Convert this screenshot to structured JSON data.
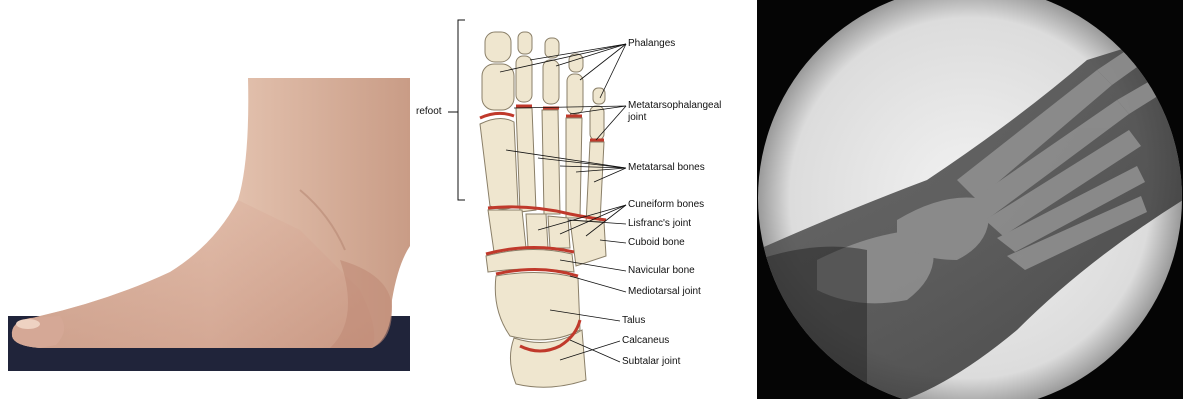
{
  "photo": {
    "subject": "foot-side-photo"
  },
  "diagram": {
    "side_label": "refoot",
    "labels": {
      "phalanges": "Phalanges",
      "mtp_joint_line1": "Metatarsophalangeal",
      "mtp_joint_line2": "joint",
      "metatarsal_bones": "Metatarsal bones",
      "cuneiform_bones": "Cuneiform bones",
      "lisfranc_joint": "Lisfranc's joint",
      "cuboid_bone": "Cuboid bone",
      "navicular_bone": "Navicular bone",
      "mediotarsal_joint": "Mediotarsal joint",
      "talus": "Talus",
      "calcaneus": "Calcaneus",
      "subtalar_joint": "Subtalar joint"
    },
    "joint_color": "#c0392b",
    "bone_color": "#efe6cf"
  },
  "xray": {
    "subject": "foot-xray"
  }
}
